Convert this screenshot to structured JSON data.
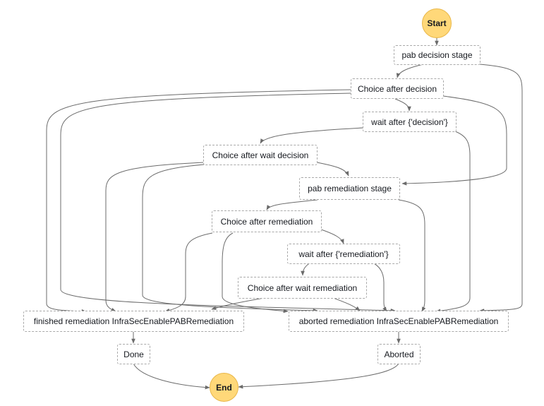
{
  "diagram": {
    "type": "state-machine-graph",
    "colors": {
      "terminal_fill": "#ffd879",
      "terminal_border": "#e9b748",
      "node_border": "#a9a9a9",
      "edge": "#6b6b6b"
    },
    "nodes": {
      "start": "Start",
      "pab_decision": "pab decision stage",
      "choice_decision": "Choice after decision",
      "wait_decision": "wait after {'decision'}",
      "choice_wait_decision": "Choice after wait decision",
      "pab_remediation": "pab remediation stage",
      "choice_remediation": "Choice after remediation",
      "wait_remediation": "wait after {'remediation'}",
      "choice_wait_remediation": "Choice after wait remediation",
      "finished": "finished remediation InfraSecEnablePABRemediation",
      "aborted": "aborted remediation InfraSecEnablePABRemediation",
      "done": "Done",
      "aborted_state": "Aborted",
      "end": "End"
    },
    "edges": [
      [
        "start",
        "pab_decision"
      ],
      [
        "pab_decision",
        "choice_decision"
      ],
      [
        "pab_decision",
        "aborted"
      ],
      [
        "choice_decision",
        "wait_decision"
      ],
      [
        "choice_decision",
        "pab_remediation"
      ],
      [
        "choice_decision",
        "finished"
      ],
      [
        "choice_decision",
        "aborted"
      ],
      [
        "wait_decision",
        "choice_wait_decision"
      ],
      [
        "wait_decision",
        "aborted"
      ],
      [
        "choice_wait_decision",
        "pab_remediation"
      ],
      [
        "choice_wait_decision",
        "finished"
      ],
      [
        "choice_wait_decision",
        "aborted"
      ],
      [
        "pab_remediation",
        "choice_remediation"
      ],
      [
        "pab_remediation",
        "aborted"
      ],
      [
        "choice_remediation",
        "wait_remediation"
      ],
      [
        "choice_remediation",
        "finished"
      ],
      [
        "choice_remediation",
        "aborted"
      ],
      [
        "wait_remediation",
        "choice_wait_remediation"
      ],
      [
        "wait_remediation",
        "aborted"
      ],
      [
        "choice_wait_remediation",
        "finished"
      ],
      [
        "choice_wait_remediation",
        "aborted"
      ],
      [
        "finished",
        "done"
      ],
      [
        "aborted",
        "aborted_state"
      ],
      [
        "done",
        "end"
      ],
      [
        "aborted_state",
        "end"
      ]
    ]
  }
}
